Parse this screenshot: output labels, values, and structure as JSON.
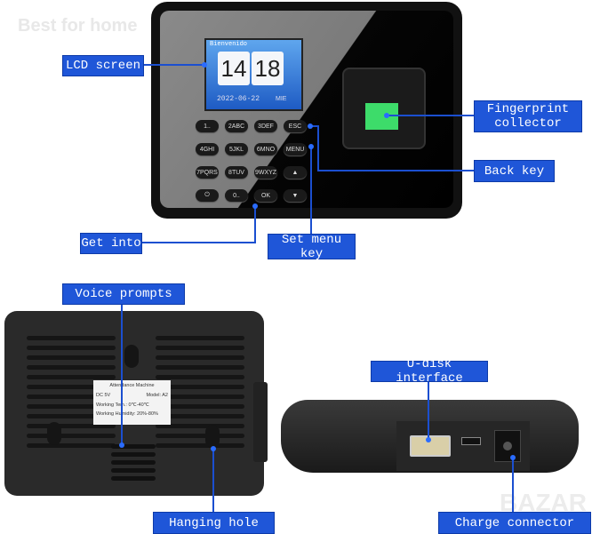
{
  "watermarks": {
    "top": "Best for home",
    "bottom": "BAZAR"
  },
  "lcd": {
    "greeting": "Bienvenido",
    "hour": "14",
    "minute": "18",
    "date": "2022-06-22",
    "day": "MIE"
  },
  "keypad": [
    "1..",
    "2ABC",
    "3DEF",
    "ESC",
    "4GHI",
    "5JKL",
    "6MNO",
    "MENU",
    "7PQRS",
    "8TUV",
    "9WXYZ",
    "▲",
    "⏻",
    "0..",
    "OK",
    "▼"
  ],
  "sticker": {
    "title": "Attendance Machine",
    "dc": "DC 5V",
    "model": "Model: A2",
    "temp": "Working Tem.: 0℃-40℃",
    "humidity": "Working Humidity: 20%-80%"
  },
  "labels": {
    "lcd": "LCD screen",
    "fingerprint": "Fingerprint collector",
    "back_key": "Back key",
    "get_into": "Get into",
    "set_menu": "Set menu key",
    "voice": "Voice prompts",
    "hanging": "Hanging hole",
    "udisk": "U-disk interface",
    "charge": "Charge connector"
  },
  "colors": {
    "label_bg": "#1f56d8",
    "sensor": "#3ddc6a"
  }
}
